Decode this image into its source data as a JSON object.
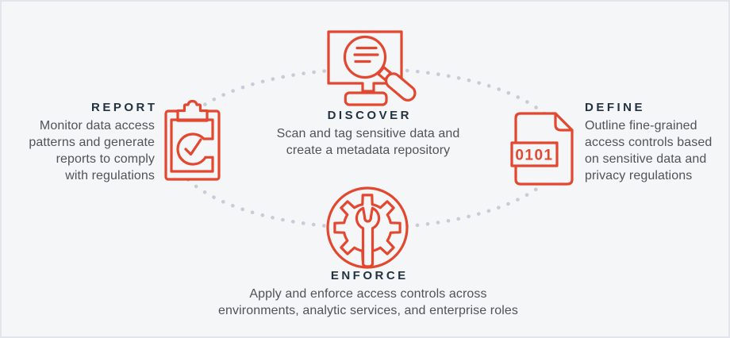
{
  "colors": {
    "accent_red": "#e3472f",
    "heading_text": "#233240",
    "body_text": "#515257",
    "orbit_dots": "#c8ccd7",
    "background": "#f5f6f7",
    "border": "#e3e5ec"
  },
  "diagram": {
    "name": "data-governance-cycle",
    "stages": {
      "discover": {
        "title": "DISCOVER",
        "icon": "monitor-search-icon",
        "lines": [
          "Scan and tag sensitive data and",
          "create a metadata repository"
        ]
      },
      "define": {
        "title": "DEFINE",
        "icon": "binary-document-icon",
        "binary_text": "0101",
        "lines": [
          "Outline fine-grained",
          "access controls based",
          "on sensitive data and",
          "privacy regulations"
        ]
      },
      "enforce": {
        "title": "ENFORCE",
        "icon": "gear-wrench-icon",
        "lines": [
          "Apply and enforce access controls across",
          "environments, analytic services, and enterprise roles"
        ]
      },
      "report": {
        "title": "REPORT",
        "icon": "clipboard-check-icon",
        "lines": [
          "Monitor data access",
          "patterns and generate",
          "reports to comply",
          "with regulations"
        ]
      }
    }
  }
}
